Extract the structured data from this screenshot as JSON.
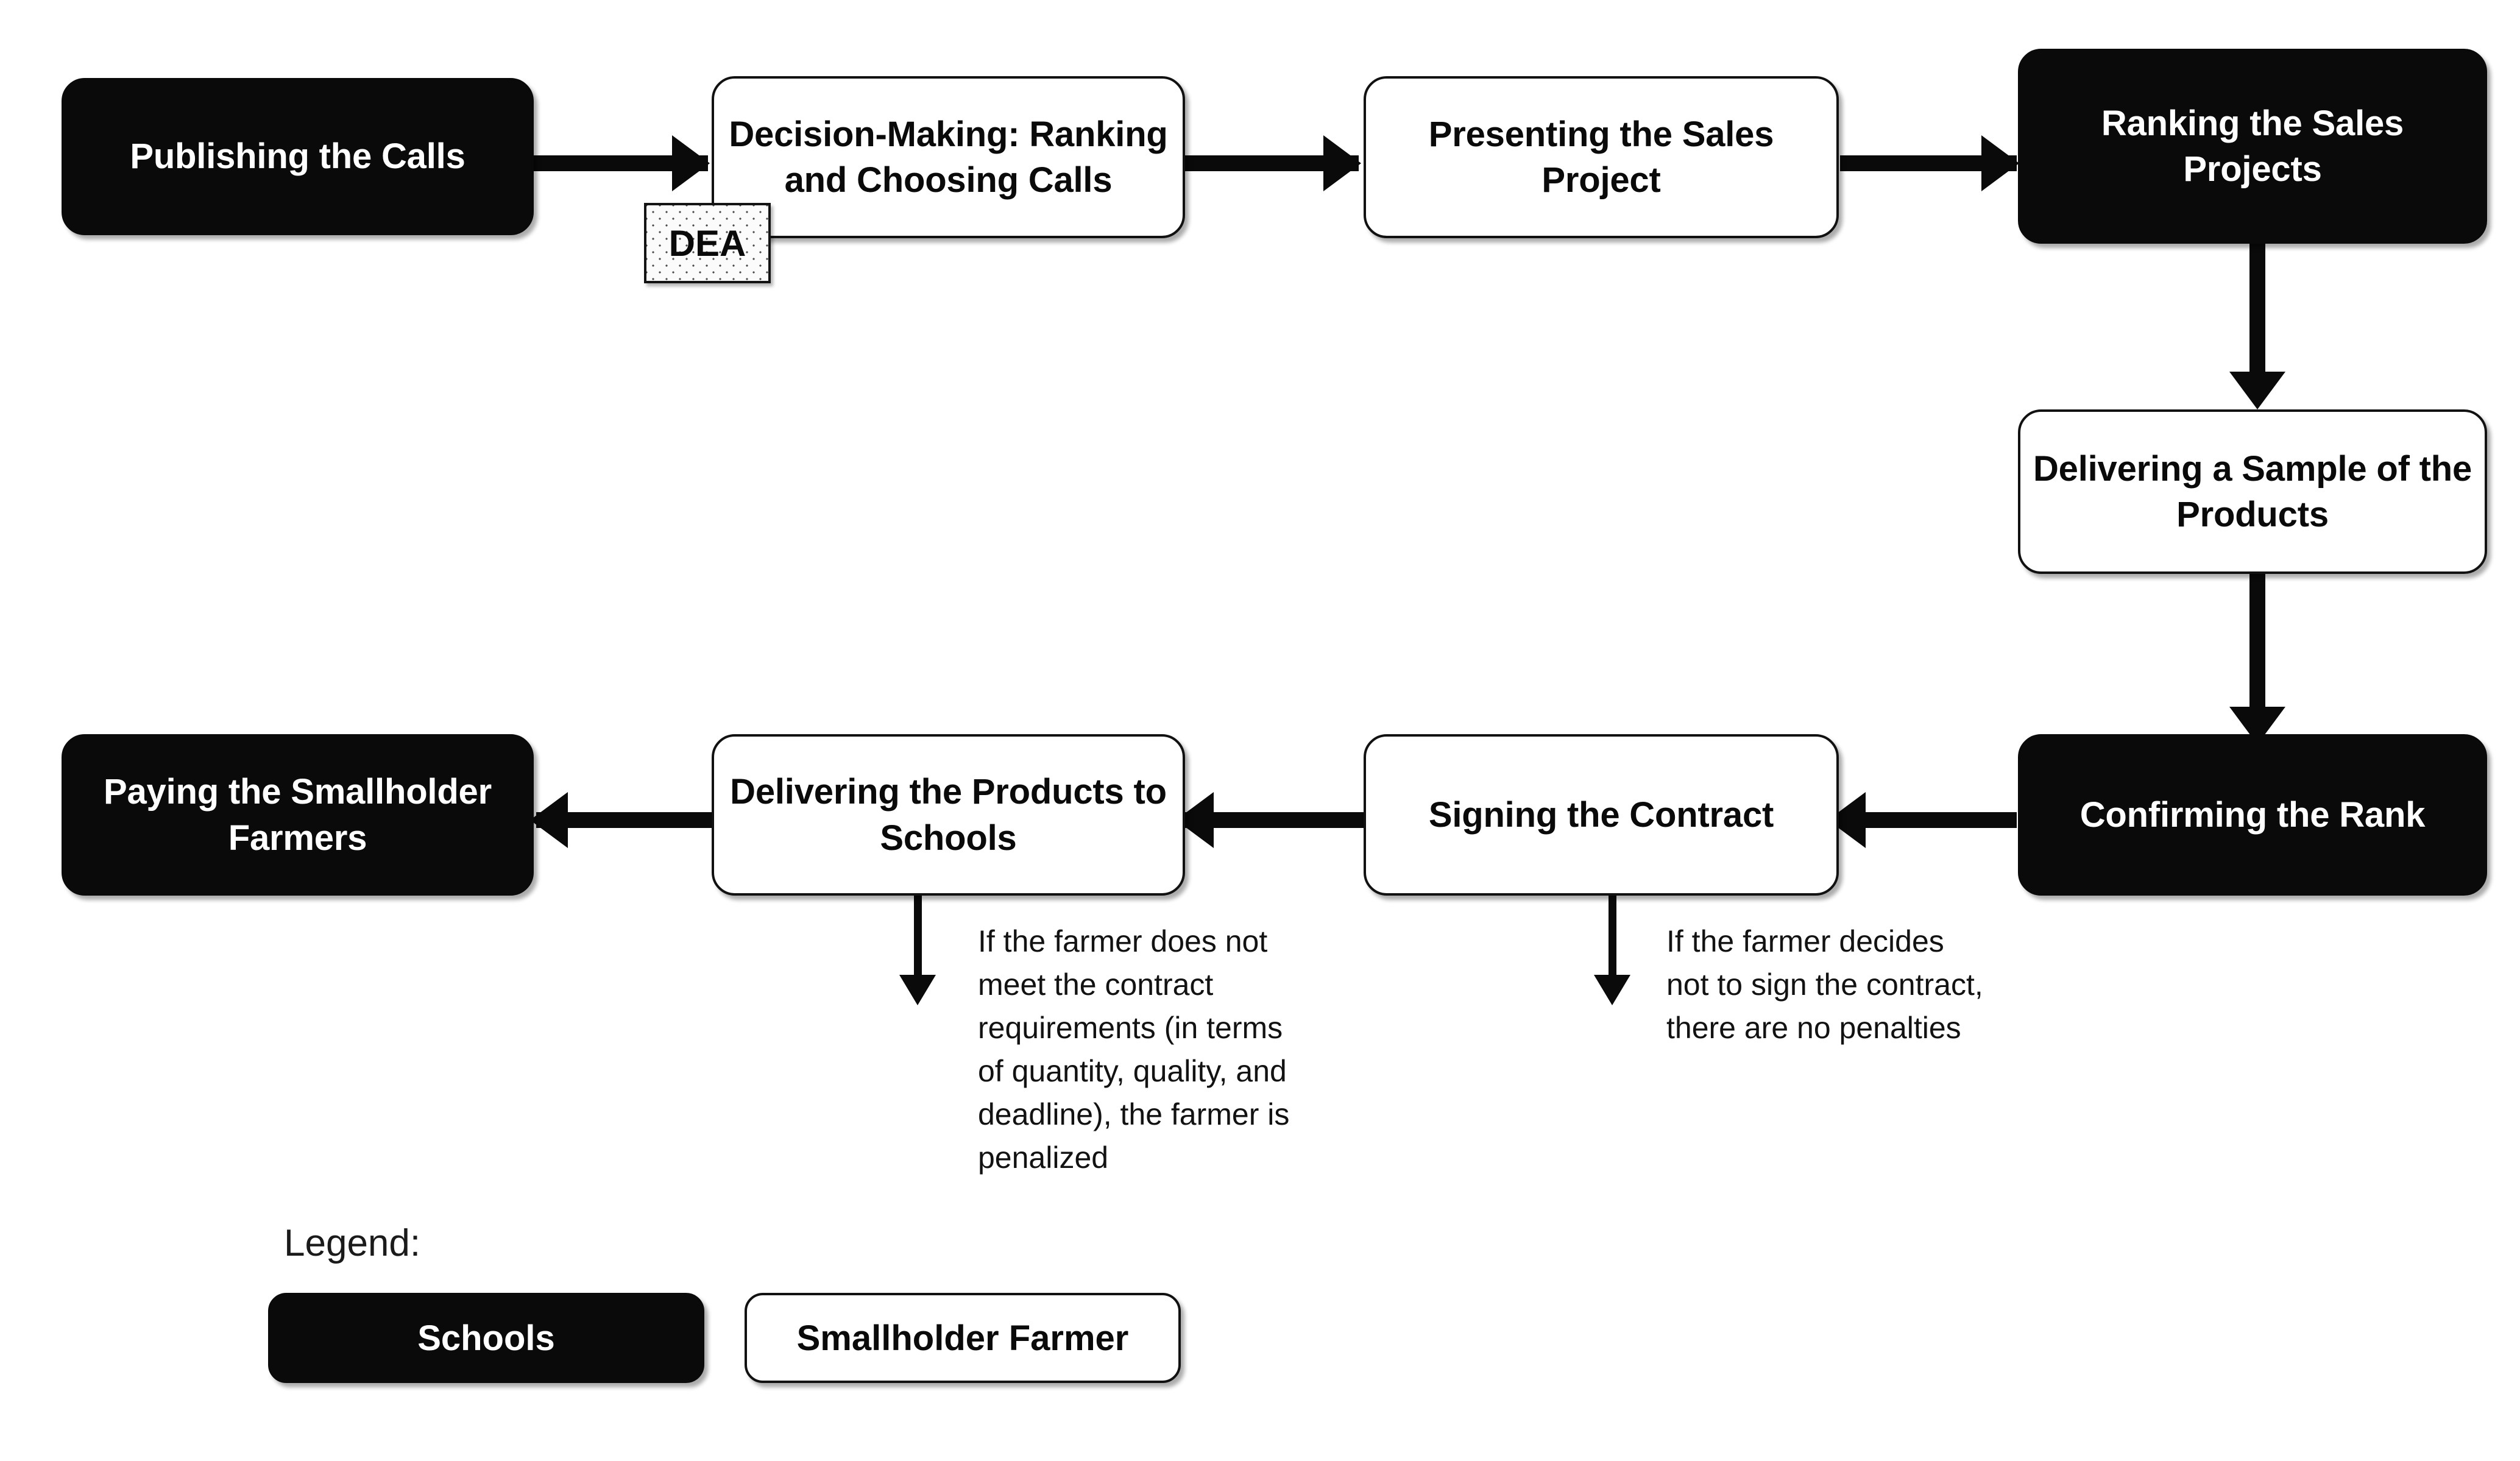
{
  "diagram": {
    "title": "School feeding procurement process flowchart",
    "colors": {
      "schools_fill": "#0a0a0a",
      "schools_text": "#ffffff",
      "farmer_fill": "#ffffff",
      "farmer_text": "#0a0a0a",
      "connector": "#0a0a0a",
      "background": "#ffffff"
    },
    "nodes": [
      {
        "id": "publishing-the-calls",
        "label": "Publishing the Calls",
        "actor": "Schools"
      },
      {
        "id": "decision-making",
        "label": "Decision-Making:\nRanking and\nChoosing Calls",
        "actor": "Smallholder Farmer"
      },
      {
        "id": "presenting-the-sales-project",
        "label": "Presenting the\nSales Project",
        "actor": "Smallholder Farmer"
      },
      {
        "id": "ranking-the-sales-projects",
        "label": "Ranking the\nSales Projects",
        "actor": "Schools"
      },
      {
        "id": "delivering-a-sample",
        "label": "Delivering a Sample\nof the Products",
        "actor": "Smallholder Farmer"
      },
      {
        "id": "confirming-the-rank",
        "label": "Confirming the Rank",
        "actor": "Schools"
      },
      {
        "id": "signing-the-contract",
        "label": "Signing the Contract",
        "actor": "Smallholder Farmer"
      },
      {
        "id": "delivering-products-schools",
        "label": "Delivering the\nProducts to Schools",
        "actor": "Smallholder Farmer"
      },
      {
        "id": "paying-the-smallholder-farmers",
        "label": "Paying the\nSmallholder Farmers",
        "actor": "Schools"
      }
    ],
    "node_labels": {
      "publishing_the_calls": "Publishing the Calls",
      "decision_making_line1": "Decision-Making:",
      "decision_making_line2": "Ranking and",
      "decision_making_line3": "Choosing Calls",
      "presenting_line1": "Presenting the",
      "presenting_line2": "Sales Project",
      "ranking_line1": "Ranking the",
      "ranking_line2": "Sales Projects",
      "sample_line1": "Delivering a Sample",
      "sample_line2": "of the Products",
      "confirming_the_rank": "Confirming the Rank",
      "signing_the_contract": "Signing the Contract",
      "delivering_line1": "Delivering the",
      "delivering_line2": "Products to Schools",
      "paying_line1": "Paying the",
      "paying_line2": "Smallholder Farmers"
    },
    "method_tag": {
      "label": "DEA",
      "attached_to": "decision-making"
    },
    "notes": [
      {
        "id": "penalty-note",
        "from": "delivering-products-schools",
        "lines": [
          "If the farmer does not",
          "meet the contract",
          "requirements (in terms",
          "of quantity, quality, and",
          "deadline), the farmer is",
          "penalized"
        ],
        "text": "If the farmer does not meet the contract requirements (in terms of quantity, quality, and deadline), the farmer is penalized"
      },
      {
        "id": "no-penalty-note",
        "from": "signing-the-contract",
        "lines": [
          "If the farmer decides",
          "not to sign the contract,",
          "there are no penalties"
        ],
        "text": "If the farmer decides not to sign the contract, there are no penalties"
      }
    ],
    "legend": {
      "title": "Legend:",
      "items": [
        {
          "id": "legend-schools",
          "label": "Schools",
          "style": "dark"
        },
        {
          "id": "legend-smallholder-farmer",
          "label": "Smallholder Farmer",
          "style": "light"
        }
      ]
    }
  }
}
